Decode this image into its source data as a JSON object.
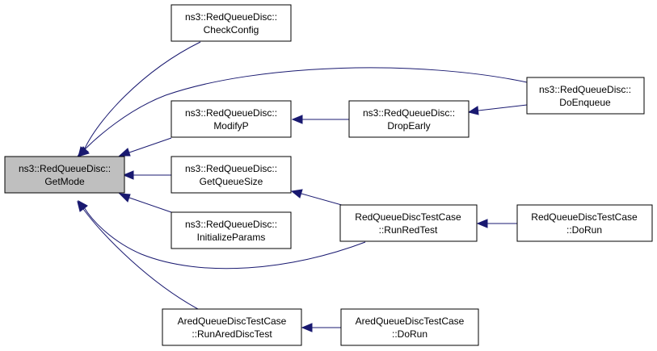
{
  "colors": {
    "edge": "#191970",
    "root_fill": "#bfbfbf",
    "node_fill": "#ffffff",
    "node_border": "#000000"
  },
  "nodes": {
    "get_mode": {
      "line1": "ns3::RedQueueDisc::",
      "line2": "GetMode"
    },
    "check_config": {
      "line1": "ns3::RedQueueDisc::",
      "line2": "CheckConfig"
    },
    "modify_p": {
      "line1": "ns3::RedQueueDisc::",
      "line2": "ModifyP"
    },
    "get_queue_size": {
      "line1": "ns3::RedQueueDisc::",
      "line2": "GetQueueSize"
    },
    "initialize_params": {
      "line1": "ns3::RedQueueDisc::",
      "line2": "InitializeParams"
    },
    "run_ared_disc_test": {
      "line1": "AredQueueDiscTestCase",
      "line2": "::RunAredDiscTest"
    },
    "drop_early": {
      "line1": "ns3::RedQueueDisc::",
      "line2": "DropEarly"
    },
    "run_red_test": {
      "line1": "RedQueueDiscTestCase",
      "line2": "::RunRedTest"
    },
    "ared_do_run": {
      "line1": "AredQueueDiscTestCase",
      "line2": "::DoRun"
    },
    "do_enqueue": {
      "line1": "ns3::RedQueueDisc::",
      "line2": "DoEnqueue"
    },
    "red_do_run": {
      "line1": "RedQueueDiscTestCase",
      "line2": "::DoRun"
    }
  }
}
